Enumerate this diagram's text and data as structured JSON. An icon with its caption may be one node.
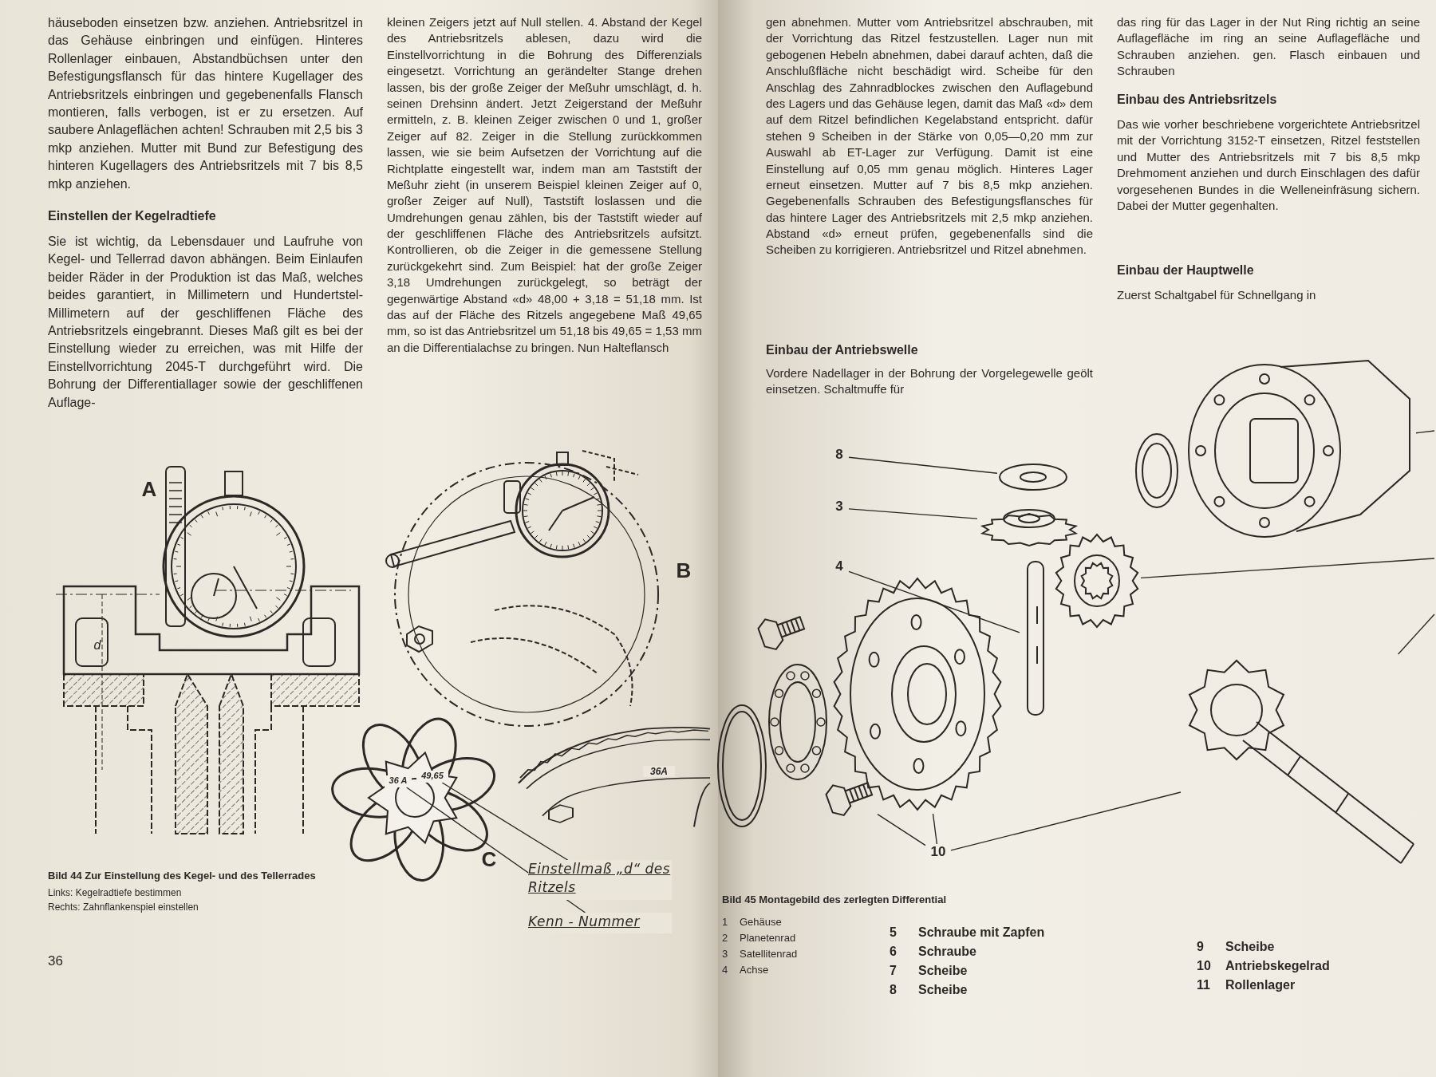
{
  "diagram": {
    "nodes": [
      {
        "text": [
          "8"
        ]
      },
      {
        "text": [],
        "shape": "picture"
      },
      {
        "text": [
          "3"
        ]
      },
      {
        "text": [],
        "shape": "picture"
      },
      {
        "text": [
          "4"
        ]
      },
      {
        "text": [],
        "shape": "picture"
      },
      {
        "text": [
          "10"
        ]
      },
      {
        "text": [],
        "shape": "picture"
      },
      {
        "text": [],
        "shape": "picture"
      },
      {
        "text": [],
        "shape": "picture"
      },
      {
        "text": [
          "Einstellmaß „d“ des Ritzels"
        ]
      },
      {
        "text": [
          "Kenn - Nummer"
        ]
      },
      {
        "text": [
          "36 A"
        ]
      },
      {
        "text": [
          "49,65"
        ]
      },
      {
        "text": [],
        "shape": "picture"
      },
      {
        "text": [],
        "shape": "picture"
      }
    ],
    "edges": [
      {
        "from": 0,
        "to": 1,
        "arrow": "none"
      },
      {
        "from": 2,
        "to": 3,
        "arrow": "none"
      },
      {
        "from": 4,
        "to": 5,
        "arrow": "none"
      },
      {
        "from": 6,
        "to": 7,
        "arrow": "none"
      },
      {
        "from": 6,
        "to": 8,
        "arrow": "none"
      },
      {
        "from": 6,
        "to": 9,
        "arrow": "none"
      },
      {
        "from": 10,
        "to": 13,
        "arrow": "none"
      },
      {
        "from": 11,
        "to": 12,
        "arrow": "none"
      },
      {
        "from": null,
        "to": 14,
        "arrow": "none"
      },
      {
        "from": null,
        "to": 15,
        "arrow": "none"
      },
      {
        "from": null,
        "to": 9,
        "arrow": "none"
      }
    ],
    "labels": [
      "häuseboden einsetzen bzw. anziehen. Antriebsritzel in das Gehäuse einbringen und einfügen. Hinteres Rollenlager einbauen, Abstandbüchsen unter den Befestigungsflansch für das hintere Kugellager des Antriebsritzels einbringen und gegebenenfalls Flansch montieren, falls verbogen, ist er zu ersetzen. Auf saubere Anlageflächen achten! Schrauben mit 2,5 bis 3 mkp anziehen. Mutter mit Bund zur Befestigung des hinteren Kugellagers des Antriebsritzels mit 7 bis 8,5 mkp anziehen.",
      "Einstellen der Kegelradtiefe",
      "Sie ist wichtig, da Lebensdauer und Laufruhe von Kegel- und Tellerrad davon abhängen. Beim Einlaufen beider Räder in der Produktion ist das Maß, welches beides garantiert, in Millimetern und Hundertstel-Millimetern auf der geschliffenen Fläche des Antriebsritzels eingebrannt. Dieses Maß gilt es bei der Einstellung wieder zu erreichen, was mit Hilfe der Einstellvorrichtung 2045-T durchgeführt wird. Die Bohrung der Differentiallager sowie der geschliffenen Auflage-",
      "kleinen Zeigers jetzt auf Null stellen. 4. Abstand der Kegel des Antriebsritzels ablesen, dazu wird die Einstellvorrichtung in die Bohrung des Differenzials eingesetzt. Vorrichtung an gerändelter Stange drehen lassen, bis der große Zeiger der Meßuhr umschlägt, d. h. seinen Drehsinn ändert. Jetzt Zeigerstand der Meßuhr ermitteln, z. B. kleinen Zeiger zwischen 0 und 1, großer Zeiger auf 82. Zeiger in die Stellung zurückkommen lassen, wie sie beim Aufsetzen der Vorrichtung auf die Richtplatte eingestellt war, indem man am Taststift der Meßuhr zieht (in unserem Beispiel kleinen Zeiger auf 0, großer Zeiger auf Null), Taststift loslassen und die Umdrehungen genau zählen, bis der Taststift wieder auf der geschliffenen Fläche des Antriebsritzels aufsitzt. Kontrollieren, ob die Zeiger in die gemessene Stellung zurückgekehrt sind. Zum Beispiel: hat der große Zeiger 3,18 Umdrehungen zurückgelegt, so beträgt der gegenwärtige Abstand «d» 48,00 + 3,18 = 51,18 mm. Ist das auf der Fläche des Ritzels angegebene Maß 49,65 mm, so ist das Antriebsritzel um 51,18 bis 49,65 = 1,53 mm an die Differentialachse zu bringen. Nun Halteflansch",
      "A",
      "B",
      "d",
      "C",
      "36A",
      "Bild 44 Zur Einstellung des Kegel- und des Tellerrades",
      "Links: Kegelradtiefe bestimmen",
      "Rechts: Zahnflankenspiel einstellen",
      "36",
      "gen abnehmen. Mutter vom Antriebsritzel abschrauben, mit der Vorrichtung das Ritzel festzustellen. Lager nun mit gebogenen Hebeln abnehmen, dabei darauf achten, daß die Anschlußfläche nicht beschädigt wird. Scheibe für den Anschlag des Zahnradblockes zwischen den Auflagebund des Lagers und das Gehäuse legen, damit das Maß «d» dem auf dem Ritzel befindlichen Kegelabstand entspricht. dafür stehen 9 Scheiben in der Stärke von 0,05—0,20 mm zur Auswahl ab ET-Lager zur Verfügung. Damit ist eine Einstellung auf 0,05 mm genau möglich. Hinteres Lager erneut einsetzen. Mutter auf 7 bis 8,5 mkp anziehen. Gegebenenfalls Schrauben des Befestigungsflansches für das hintere Lager des Antriebsritzels mit 2,5 mkp anziehen. Abstand «d» erneut prüfen, gegebenenfalls sind die Scheiben zu korrigieren. Antriebsritzel und Ritzel abnehmen.",
      "Einbau der Antriebswelle",
      "Vordere Nadellager in der Bohrung der Vorgelegewelle geölt einsetzen. Schaltmuffe für",
      "das ring für das Lager in der Nut Ring richtig an seine Auflagefläche im ring an seine Auflagefläche und Schrauben anziehen. gen. Flasch einbauen und Schrauben",
      "Einbau des Antriebsritzels",
      "Das wie vorher beschriebene vorgerichtete Antriebsritzel mit der Vorrichtung 3152-T einsetzen, Ritzel feststellen und Mutter des Antriebsritzels mit 7 bis 8,5 mkp Drehmoment anziehen und durch Einschlagen des dafür vorgesehenen Bundes in die Welleneinfräsung sichern. Dabei der Mutter gegenhalten.",
      "Einbau der Hauptwelle",
      "Zuerst Schaltgabel für Schnellgang in",
      "Bild 45 Montagebild des zerlegten Differential",
      "1",
      "Gehäuse",
      "2",
      "Planetenrad",
      "3",
      "Satellitenrad",
      "4",
      "Achse",
      "5",
      "Schraube mit Zapfen",
      "6",
      "Schraube",
      "7",
      "Scheibe",
      "8",
      "Scheibe",
      "9",
      "Scheibe",
      "10",
      "Antriebskegelrad",
      "11",
      "Rollenlager"
    ]
  }
}
